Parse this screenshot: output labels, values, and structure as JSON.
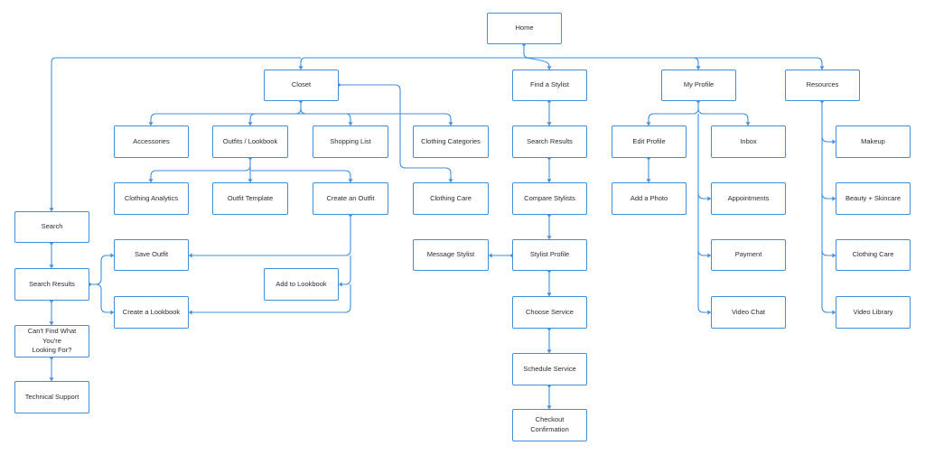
{
  "nodes": {
    "home": "Home",
    "closet": "Closet",
    "find_stylist": "Find a Stylist",
    "my_profile": "My Profile",
    "resources": "Resources",
    "accessories": "Accessories",
    "outfits_lookbook": "Outfits / Lookbook",
    "shopping_list": "Shopping List",
    "clothing_categories": "Clothing Categories",
    "clothing_analytics": "Clothing Analytics",
    "outfit_template": "Outfit Template",
    "create_outfit": "Create an Outfit",
    "clothing_care_closet": "Clothing Care",
    "save_outfit": "Save Outfit",
    "add_to_lookbook": "Add to Lookbook",
    "create_lookbook": "Create a Lookbook",
    "search": "Search",
    "search_results": "Search Results",
    "cant_find_1": "Can't Find What You're",
    "cant_find_2": "Looking For?",
    "technical_support": "Technical Support",
    "stylist_search_results": "Search Results",
    "compare_stylists": "Compare Stylists",
    "stylist_profile": "Stylist Profile",
    "message_stylist": "Message Stylist",
    "choose_service": "Choose Service",
    "schedule_service": "Schedule Service",
    "checkout_confirmation": "Checkout Confirmation",
    "edit_profile": "Edit Profile",
    "add_photo": "Add a Photo",
    "inbox": "Inbox",
    "appointments": "Appointments",
    "payment": "Payment",
    "video_chat": "Video Chat",
    "makeup": "Makeup",
    "beauty_skincare": "Beauty + Skincare",
    "clothing_care_resources": "Clothing Care",
    "video_library": "Video Library"
  }
}
